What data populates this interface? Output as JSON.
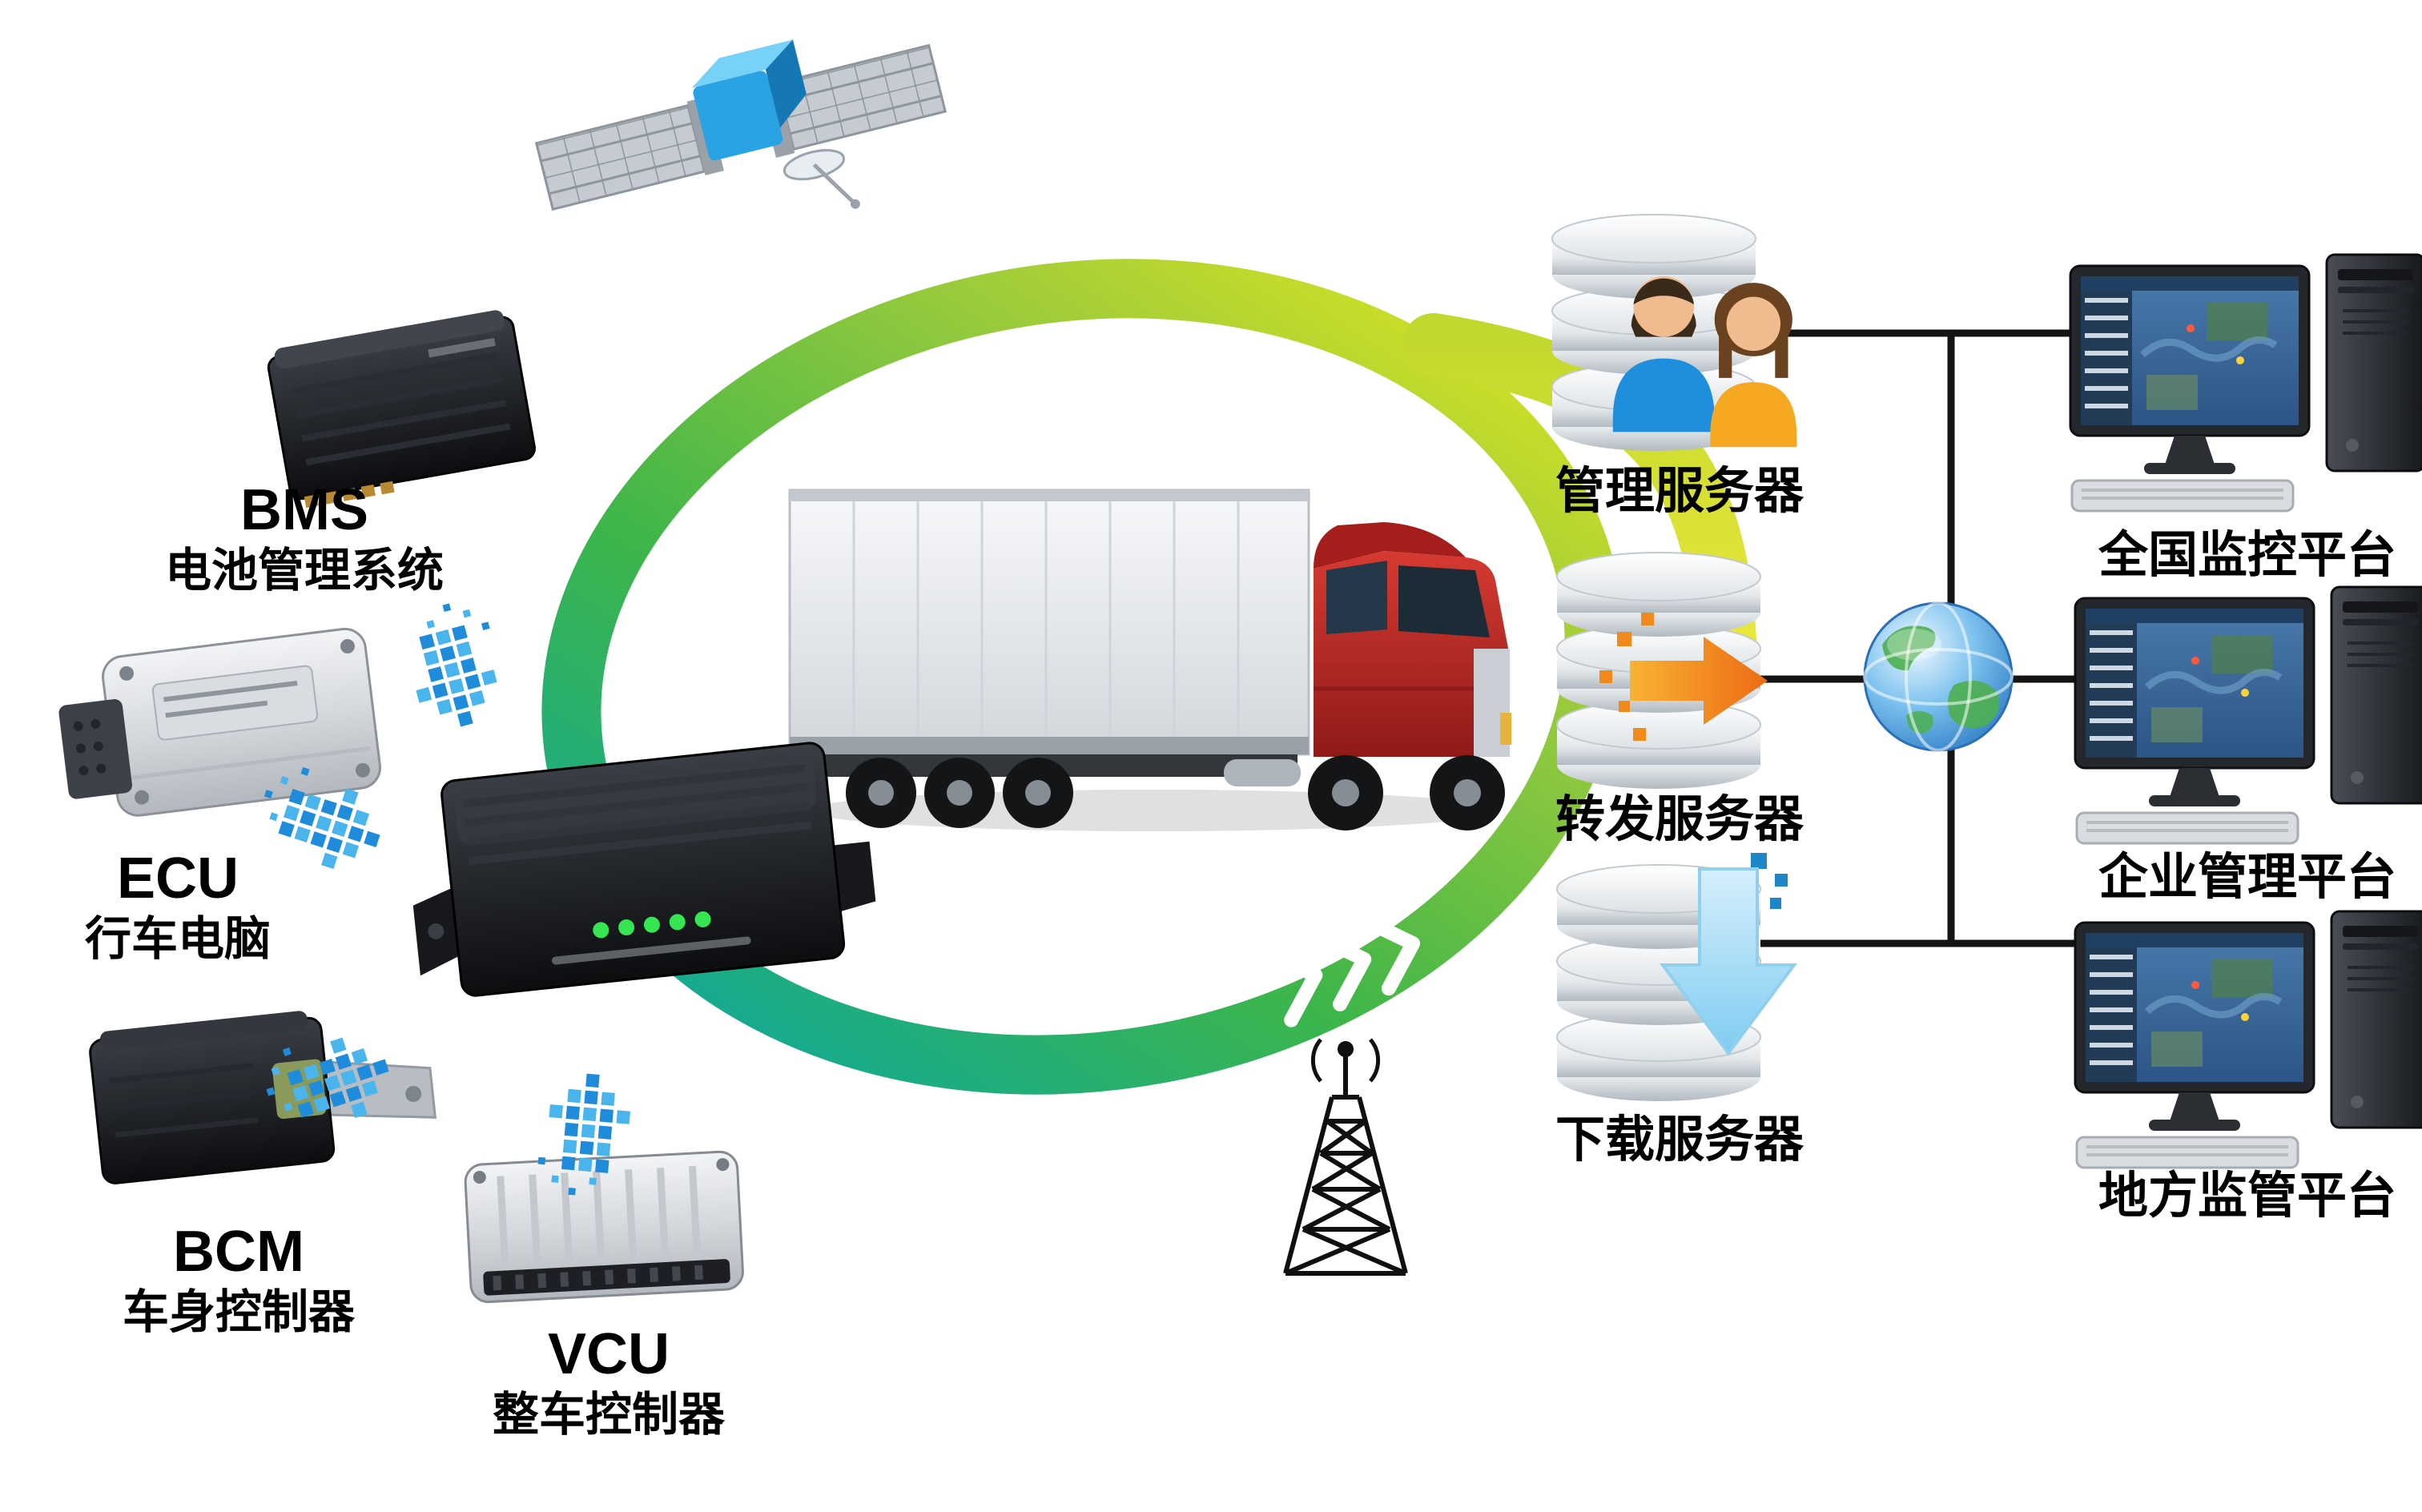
{
  "diagram": {
    "modules": [
      {
        "abbr": "BMS",
        "name": "电池管理系统"
      },
      {
        "abbr": "ECU",
        "name": "行车电脑"
      },
      {
        "abbr": "BCM",
        "name": "车身控制器"
      },
      {
        "abbr": "VCU",
        "name": "整车控制器"
      }
    ],
    "servers": [
      {
        "label": "管理服务器"
      },
      {
        "label": "转发服务器"
      },
      {
        "label": "下载服务器"
      }
    ],
    "platforms": [
      {
        "label": "全国监控平台"
      },
      {
        "label": "企业管理平台"
      },
      {
        "label": "地方监管平台"
      }
    ],
    "icons": [
      "satellite-icon",
      "truck-image",
      "telematics-unit-image",
      "database-icon",
      "users-icon",
      "forward-arrow-icon",
      "download-arrow-icon",
      "globe-icon",
      "workstation-icon",
      "antenna-tower-icon",
      "data-flow-arrow-icon",
      "network-ring"
    ],
    "colors": {
      "ring_teal": "#0fa89c",
      "ring_green": "#3cb54a",
      "ring_yellow": "#e3e71f",
      "arrow_blue": "#1f8cdb",
      "arrow_orange": "#f08a1d",
      "download_blue": "#7fccf1",
      "line_black": "#141414"
    }
  }
}
